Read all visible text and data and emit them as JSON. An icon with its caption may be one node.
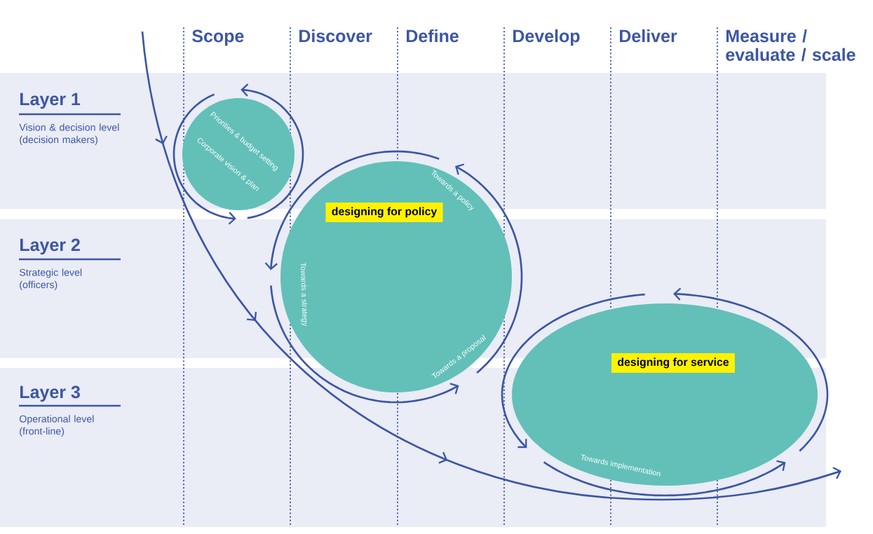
{
  "diagram": {
    "nodes": [
      {
        "text": [
          "Priorities & budget setting",
          "Corporate vision & plan"
        ]
      },
      {
        "text": [
          "designing for policy",
          "Towards a policy",
          "Towards a strategy",
          "Towards a proposal"
        ]
      },
      {
        "text": [
          "designing for service",
          "Towards implementation"
        ]
      }
    ],
    "labels": [
      "Scope",
      "Discover",
      "Define",
      "Develop",
      "Deliver",
      "Measure / evaluate / scale",
      "Layer 1",
      "Vision & decision level (decision makers)",
      "Layer 2",
      "Strategic level (officers)",
      "Layer 3",
      "Operational level (front-line)"
    ]
  }
}
